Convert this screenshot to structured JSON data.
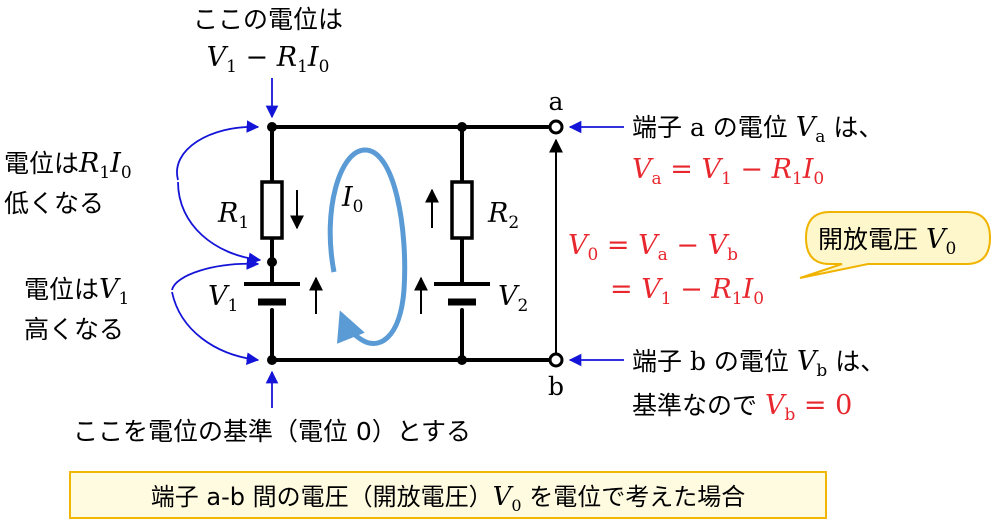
{
  "top_note": {
    "line1": "ここの電位は",
    "line2_v": "V",
    "line2_v_sub": "1",
    "line2_op": " − ",
    "line2_r": "R",
    "line2_r_sub": "1",
    "line2_i": "I",
    "line2_i_sub": "0"
  },
  "left_note1": {
    "line1_pre": "電位は",
    "r": "R",
    "r_sub": "1",
    "i": "I",
    "i_sub": "0",
    "line2": "低くなる"
  },
  "left_note2": {
    "line1_pre": "電位は",
    "v": "V",
    "v_sub": "1",
    "line2": "高くなる"
  },
  "bottom_note": "ここを電位の基準（電位 0）とする",
  "labels": {
    "R1": "R",
    "R1_sub": "1",
    "R2": "R",
    "R2_sub": "2",
    "V1": "V",
    "V1_sub": "1",
    "V2": "V",
    "V2_sub": "2",
    "I0": "I",
    "I0_sub": "0",
    "a": "a",
    "b": "b"
  },
  "terminal_a": {
    "line1_pre": "端子 ",
    "line1_a": "a",
    "line1_mid": " の電位 ",
    "line1_v": "V",
    "line1_v_sub": "a",
    "line1_post": " は、",
    "line2_v": "V",
    "line2_v_sub": "a",
    "line2_eq": " = ",
    "line2_v1": "V",
    "line2_v1_sub": "1",
    "line2_op": " − ",
    "line2_r": "R",
    "line2_r_sub": "1",
    "line2_i": "I",
    "line2_i_sub": "0"
  },
  "v0_eq": {
    "line1_v": "V",
    "line1_v_sub": "0",
    "line1_eq": " = ",
    "line1_va": "V",
    "line1_va_sub": "a",
    "line1_op": " − ",
    "line1_vb": "V",
    "line1_vb_sub": "b",
    "line2_eq": "= ",
    "line2_v1": "V",
    "line2_v1_sub": "1",
    "line2_op": " − ",
    "line2_r": "R",
    "line2_r_sub": "1",
    "line2_i": "I",
    "line2_i_sub": "0"
  },
  "bubble": {
    "text": "開放電圧 ",
    "v": "V",
    "v_sub": "0"
  },
  "terminal_b": {
    "line1_pre": "端子 ",
    "line1_b": "b",
    "line1_mid": " の電位 ",
    "line1_v": "V",
    "line1_v_sub": "b",
    "line1_post": " は、",
    "line2_pre": "基準なので ",
    "line2_v": "V",
    "line2_v_sub": "b",
    "line2_eq": " = 0"
  },
  "caption": {
    "pre": "端子 a-b 間の電圧（開放電圧）",
    "v": "V",
    "v_sub": "0",
    "post": " を電位で考えた場合"
  },
  "colors": {
    "red": "#e8262d",
    "blue": "#1414d8",
    "loop": "#5b9bd5",
    "bubble_fill": "#fff7cc",
    "bubble_stroke": "#f0b400",
    "caption_fill": "#fffbe0",
    "caption_stroke": "#f2b705"
  }
}
